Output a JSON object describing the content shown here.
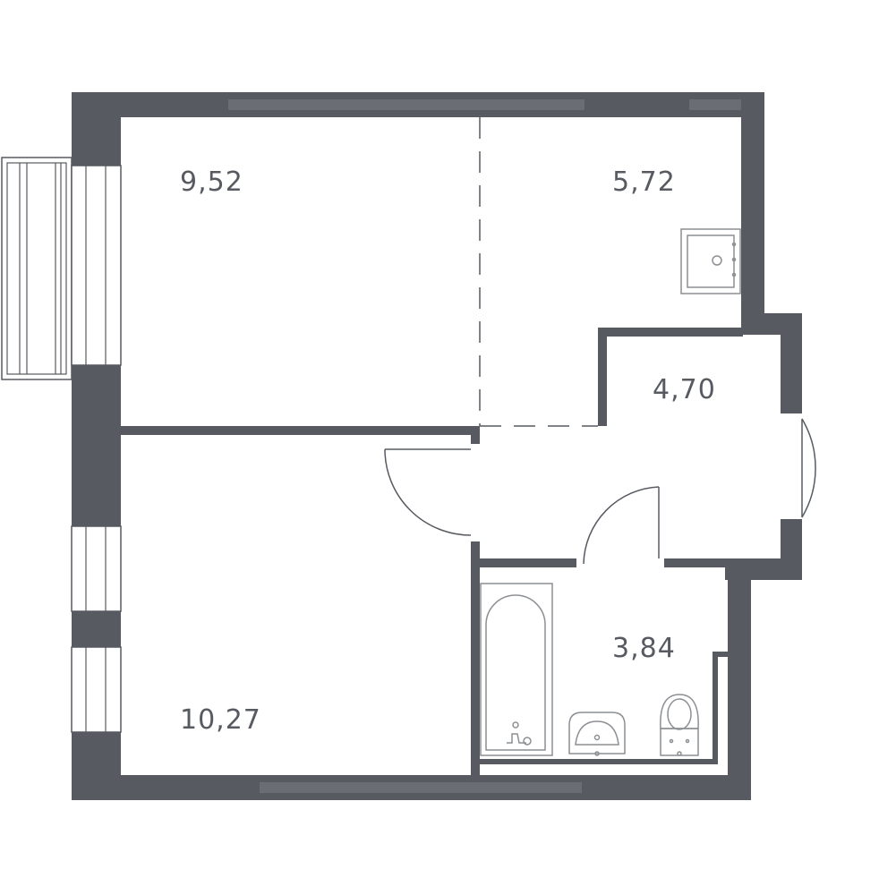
{
  "colors": {
    "wall": "#575a60",
    "fixture": "#8c8f94",
    "background": "#ffffff"
  },
  "rooms": [
    {
      "id": "room-top-left",
      "area": "9,52"
    },
    {
      "id": "kitchen",
      "area": "5,72"
    },
    {
      "id": "hall",
      "area": "4,70"
    },
    {
      "id": "bathroom",
      "area": "3,84"
    },
    {
      "id": "room-bottom-left",
      "area": "10,27"
    }
  ],
  "icons": [
    "stove-icon",
    "bathtub-icon",
    "sink-icon",
    "toilet-icon",
    "balcony-icon"
  ]
}
